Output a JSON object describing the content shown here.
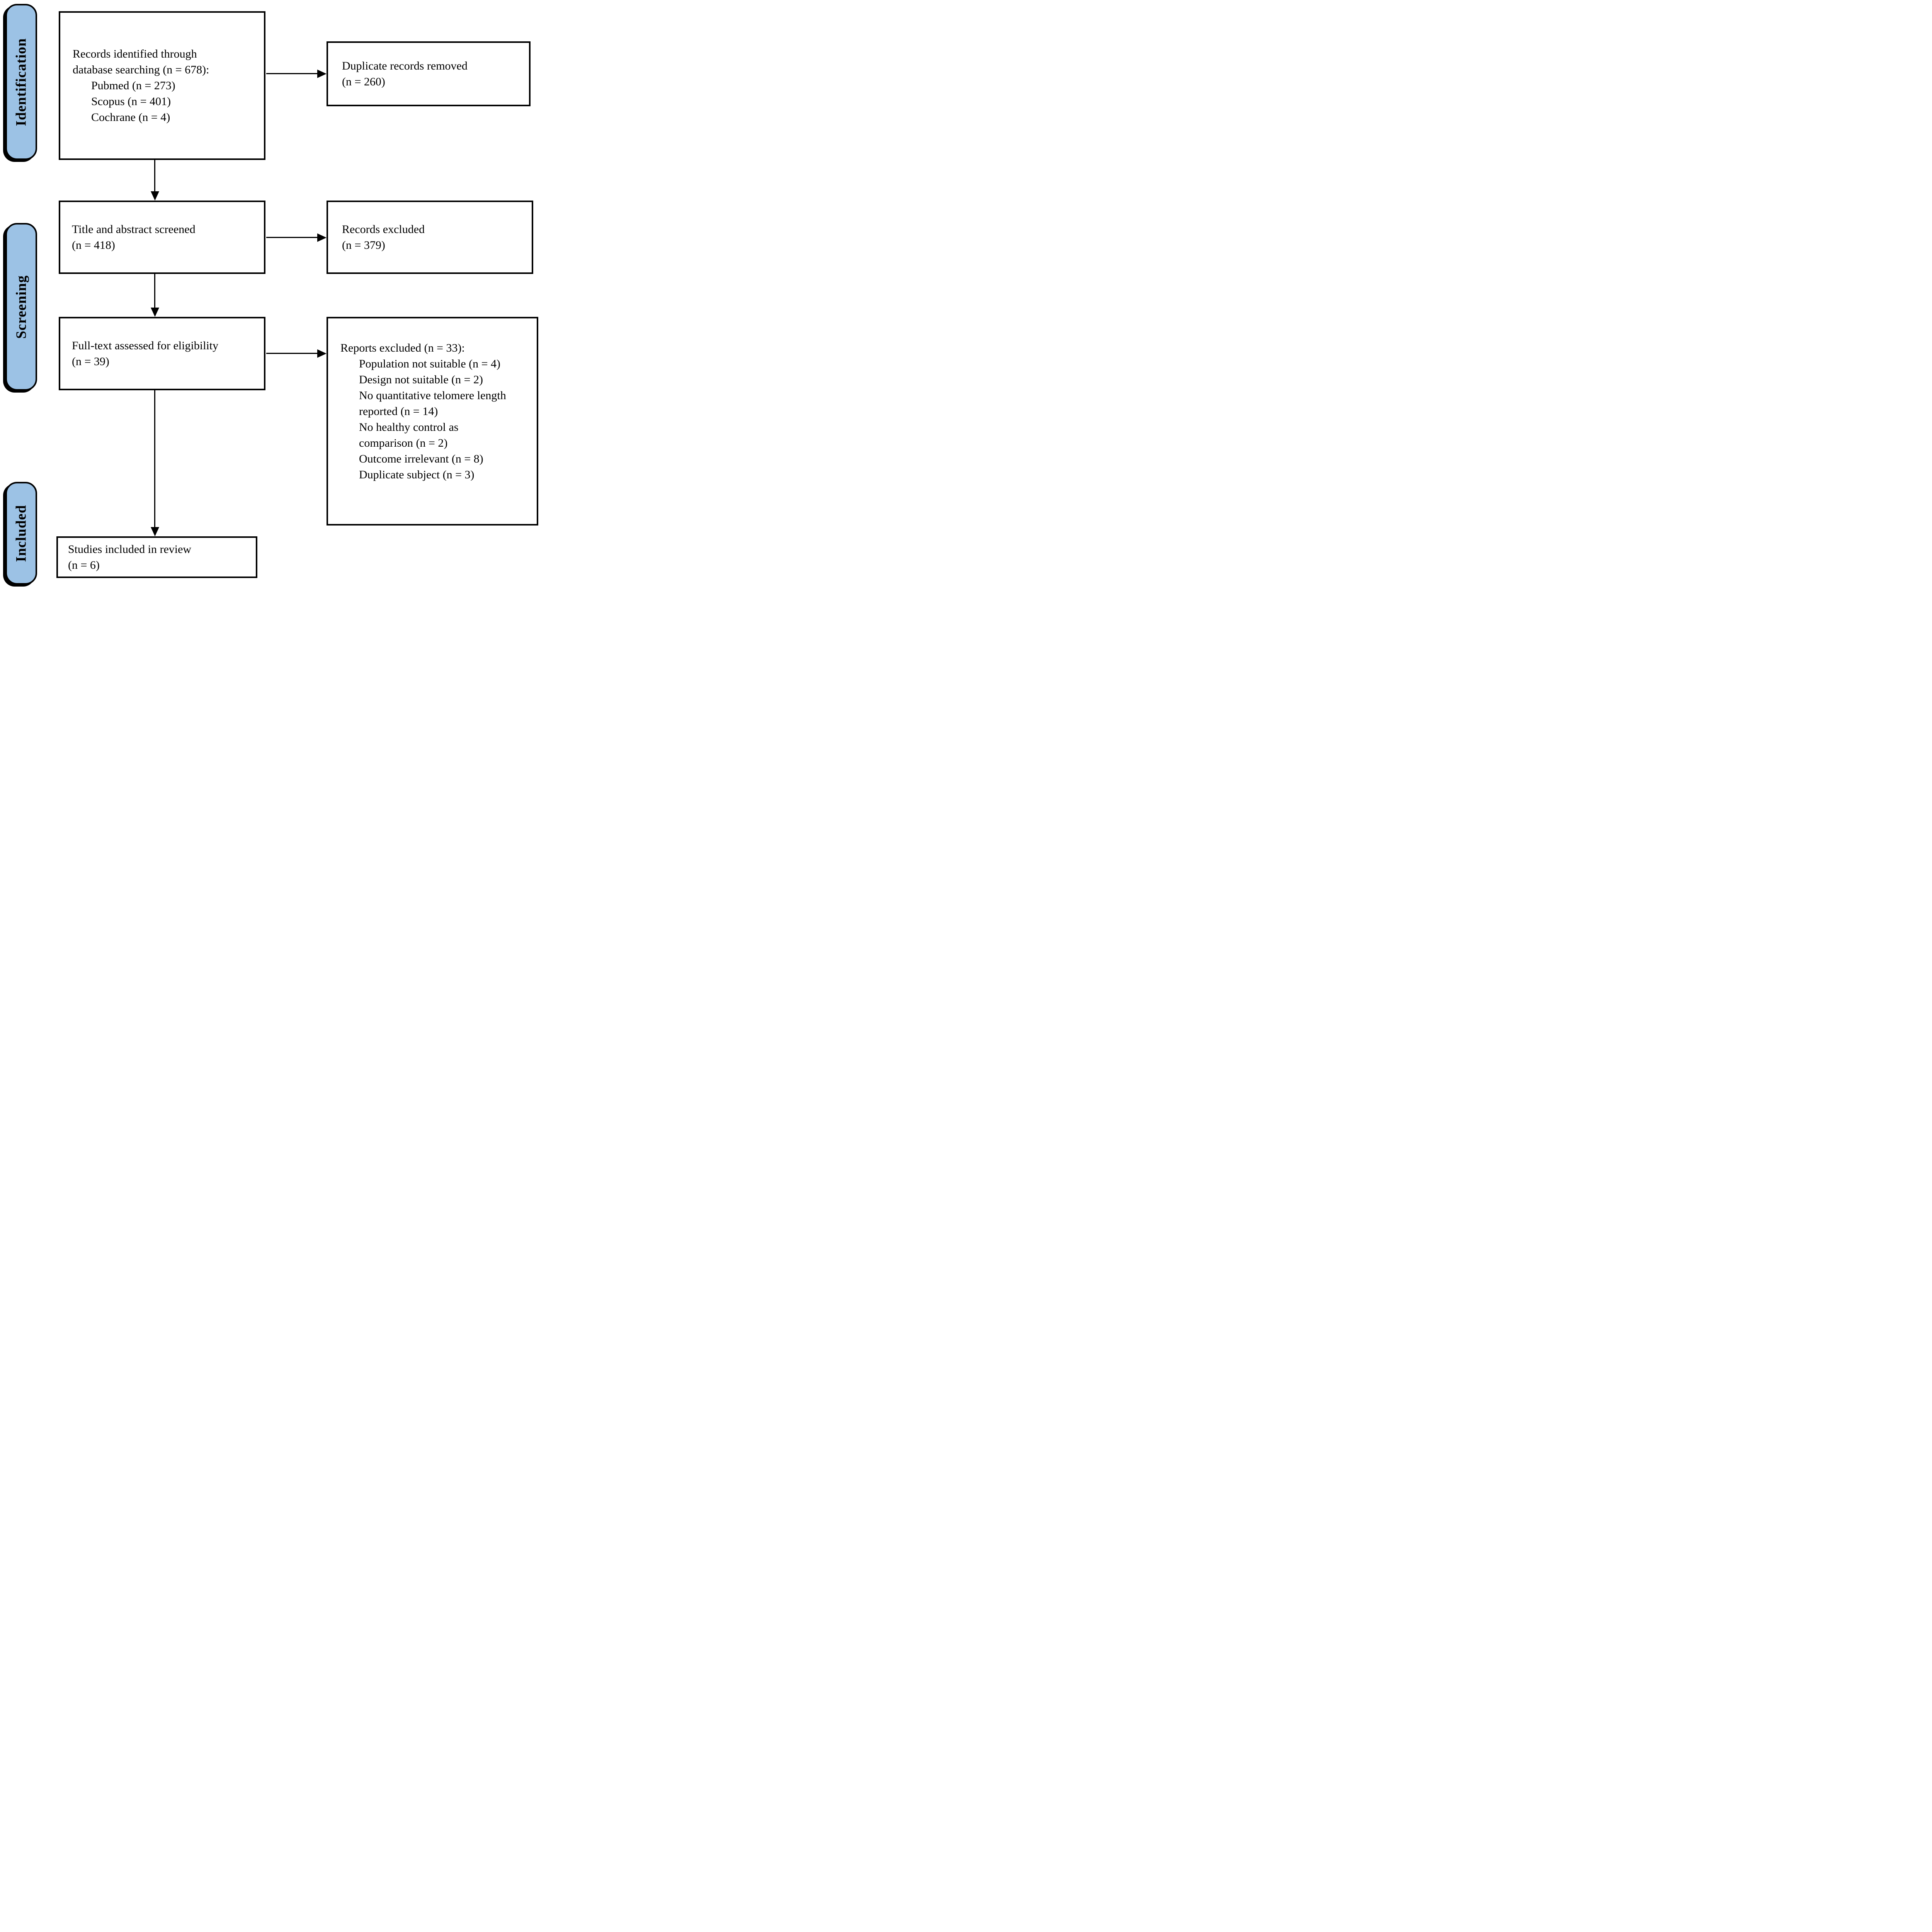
{
  "colors": {
    "stage_fill": "#9CC2E5",
    "outline": "#000000",
    "background": "#FFFFFF",
    "text": "#000000"
  },
  "stages": [
    {
      "label": "Identification"
    },
    {
      "label": "Screening"
    },
    {
      "label": "Included"
    }
  ],
  "boxes": {
    "records_identified": {
      "line1": "Records identified through",
      "line2": "database searching (n = 678):",
      "items": [
        "Pubmed (n = 273)",
        "Scopus (n = 401)",
        "Cochrane (n = 4)"
      ]
    },
    "duplicates_removed": {
      "line1": "Duplicate records removed",
      "line2": "(n = 260)"
    },
    "title_abstract_screened": {
      "line1": "Title and abstract screened",
      "line2": "(n = 418)"
    },
    "records_excluded": {
      "line1": "Records excluded",
      "line2": "(n = 379)"
    },
    "fulltext_assessed": {
      "line1": "Full-text assessed for eligibility",
      "line2": "(n = 39)"
    },
    "reports_excluded": {
      "title": "Reports excluded (n = 33):",
      "items": [
        {
          "line1": "Population not suitable (n = 4)"
        },
        {
          "line1": "Design not suitable (n = 2)"
        },
        {
          "line1": "No quantitative telomere length",
          "line2": "reported (n = 14)"
        },
        {
          "line1": "No healthy control as",
          "line2": "comparison (n = 2)"
        },
        {
          "line1": "Outcome irrelevant (n = 8)"
        },
        {
          "line1": "Duplicate subject (n = 3)"
        }
      ]
    },
    "studies_included": {
      "line1": "Studies included in review",
      "line2": "(n = 6)"
    }
  }
}
